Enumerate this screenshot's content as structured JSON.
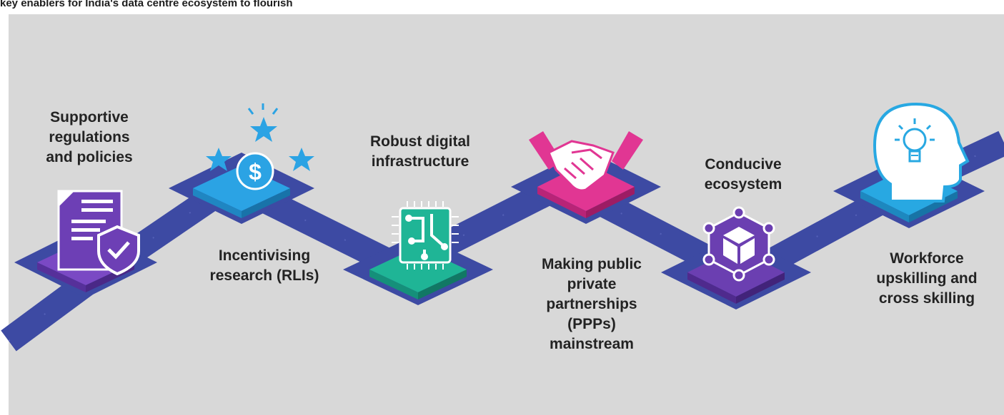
{
  "top_text": "key enablers for India's data centre ecosystem to flourish",
  "colors": {
    "background": "#d8d8d8",
    "road": "#3d4aa3",
    "road_light": "#6f79c8",
    "purple": "#6d3fb5",
    "blue": "#2ba3e4",
    "green": "#1fb596",
    "pink": "#e13693",
    "violet": "#6b3fb1",
    "light_blue": "#28a8e2"
  },
  "steps": [
    {
      "label": "Supportive\nregulations\nand policies",
      "icon": "document-shield-icon"
    },
    {
      "label": "Incentivising\nresearch (RLIs)",
      "icon": "dollar-stars-icon"
    },
    {
      "label": "Robust digital\ninfrastructure",
      "icon": "circuit-chip-icon"
    },
    {
      "label": "Making public\nprivate\npartnerships\n(PPPs)\nmainstream",
      "icon": "handshake-icon"
    },
    {
      "label": "Conducive\necosystem",
      "icon": "network-cube-icon"
    },
    {
      "label": "Workforce\nupskilling and\ncross skilling",
      "icon": "head-lightbulb-icon"
    }
  ]
}
